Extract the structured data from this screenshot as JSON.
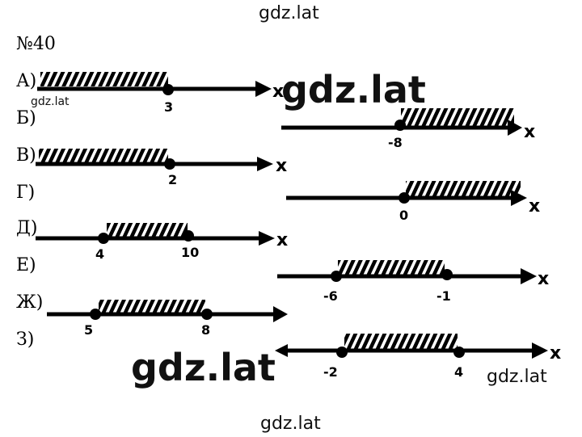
{
  "watermarks": {
    "top": "gdz.lat",
    "small": "gdz.lat",
    "big1": "gdz.lat",
    "big2": "gdz.lat",
    "right": "gdz.lat",
    "bottom": "gdz.lat"
  },
  "problem_number": "№40",
  "axis_label": "x",
  "items": [
    {
      "label": "А)",
      "points": [
        "3"
      ]
    },
    {
      "label": "Б)",
      "points": [
        "-8"
      ]
    },
    {
      "label": "В)",
      "points": [
        "2"
      ]
    },
    {
      "label": "Г)",
      "points": [
        "0"
      ]
    },
    {
      "label": "Д)",
      "points": [
        "4",
        "10"
      ]
    },
    {
      "label": "Е)",
      "points": [
        "-6",
        "-1"
      ]
    },
    {
      "label": "Ж)",
      "points": [
        "5",
        "8"
      ]
    },
    {
      "label": "З)",
      "points": [
        "-2",
        "4"
      ]
    }
  ]
}
